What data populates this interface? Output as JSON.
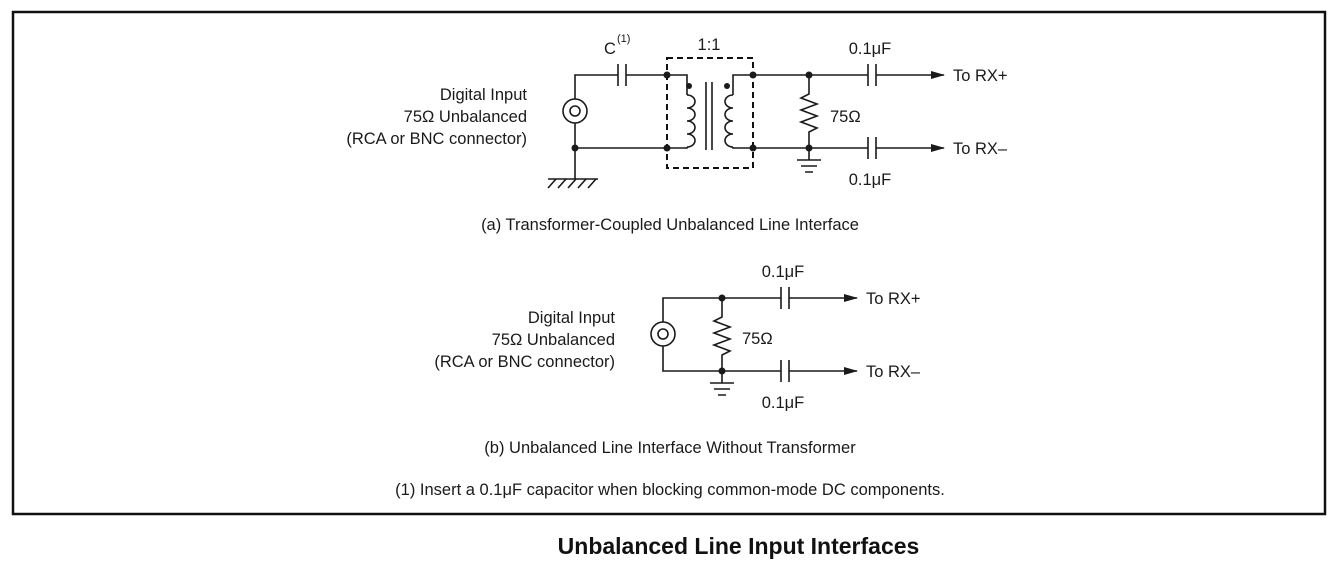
{
  "title": "Unbalanced Line Input Interfaces",
  "footnote": "(1) Insert a 0.1μF capacitor when blocking common-mode DC components.",
  "circuit_a": {
    "caption": "(a) Transformer-Coupled Unbalanced Line Interface",
    "input_label": [
      "Digital Input",
      "75Ω Unbalanced",
      "(RCA or BNC connector)"
    ],
    "coupling_cap": "C",
    "coupling_cap_note": "(1)",
    "transformer_ratio": "1:1",
    "resistor": "75Ω",
    "cap_top": "0.1μF",
    "cap_bottom": "0.1μF",
    "out_plus": "To RX+",
    "out_minus": "To RX–"
  },
  "circuit_b": {
    "caption": "(b) Unbalanced Line Interface Without Transformer",
    "input_label": [
      "Digital Input",
      "75Ω Unbalanced",
      "(RCA or BNC connector)"
    ],
    "resistor": "75Ω",
    "cap_top": "0.1μF",
    "cap_bottom": "0.1μF",
    "out_plus": "To RX+",
    "out_minus": "To RX–"
  }
}
